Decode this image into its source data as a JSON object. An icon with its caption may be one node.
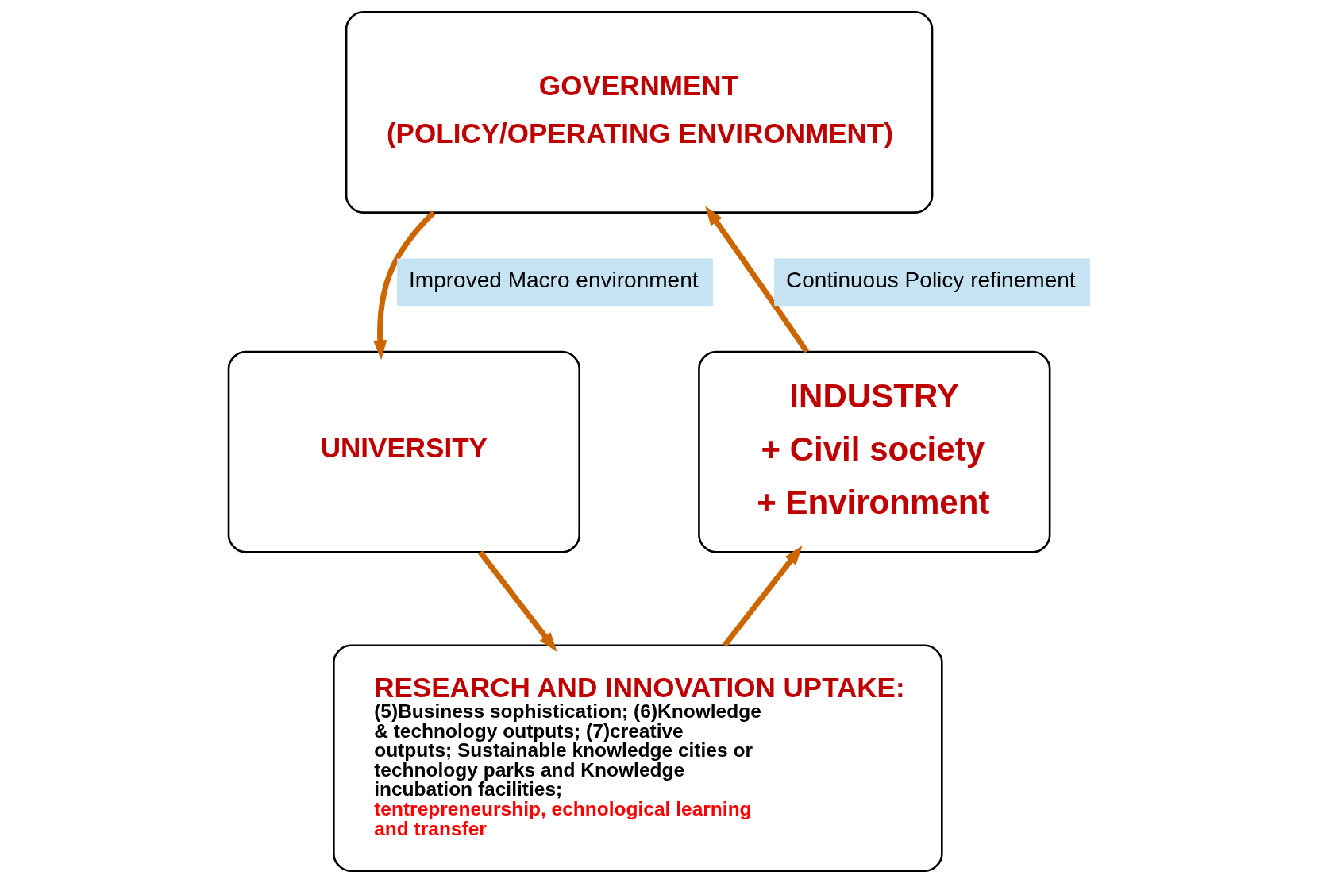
{
  "diagram": {
    "nodes": [
      {
        "text": [
          "GOVERNMENT",
          "(POLICY/OPERATING ENVIRONMENT)"
        ]
      },
      {
        "text": [
          "INDUSTRY",
          "+ Civil society",
          "+ Environment"
        ]
      },
      {
        "text": [
          "UNIVERSITY"
        ]
      },
      {
        "text": [
          "RESEARCH AND INNOVATION UPTAKE:",
          "(5)Business sophistication; (6)Knowledge & technology outputs; (7)creative outputs; Sustainable knowledge cities or technology parks and Knowledge incubation facilities;",
          "tentrepreneurship, echnological learning and transfer"
        ]
      }
    ],
    "edges": [
      {
        "from": 1,
        "to": 0,
        "arrow": "to",
        "label": "Continuous Policy refinement"
      },
      {
        "from": 0,
        "to": 2,
        "arrow": "to",
        "label": "Improved Macro environment"
      },
      {
        "from": 2,
        "to": 3,
        "arrow": "to"
      },
      {
        "from": 3,
        "to": 1,
        "arrow": "to"
      }
    ]
  }
}
